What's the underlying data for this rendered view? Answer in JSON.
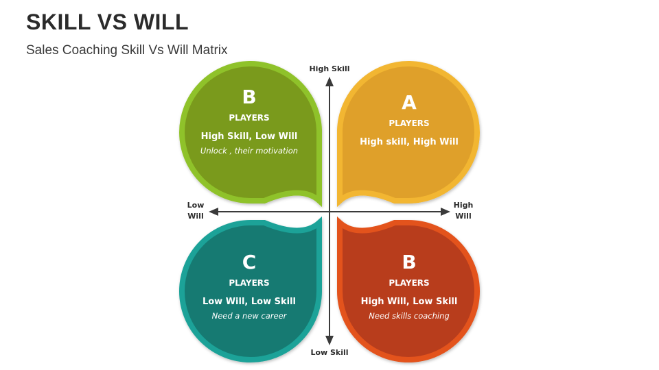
{
  "header": {
    "title": "SKILL VS WILL",
    "subtitle": "Sales Coaching Skill Vs Will Matrix"
  },
  "axes": {
    "top": "High Skill",
    "bottom": "Low Skill",
    "left_line1": "Low",
    "left_line2": "Will",
    "right_line1": "High",
    "right_line2": "Will"
  },
  "quadrants": [
    {
      "position": "top-left",
      "letter": "B",
      "players": "PLAYERS",
      "desc": "High Skill, Low Will",
      "note": "Unlock , their motivation",
      "fill": "#7a9a1a",
      "border": "#8fc22a"
    },
    {
      "position": "top-right",
      "letter": "A",
      "players": "PLAYERS",
      "desc": "High skill, High Will",
      "note": "",
      "fill": "#dfa02a",
      "border": "#f2b630"
    },
    {
      "position": "bottom-left",
      "letter": "C",
      "players": "PLAYERS",
      "desc": "Low Will, Low Skill",
      "note": "Need a new career",
      "fill": "#147a72",
      "border": "#1aa298"
    },
    {
      "position": "bottom-right",
      "letter": "B",
      "players": "PLAYERS",
      "desc": "High Will, Low Skill",
      "note": "Need skills coaching",
      "fill": "#b83e1c",
      "border": "#e3531f"
    }
  ]
}
